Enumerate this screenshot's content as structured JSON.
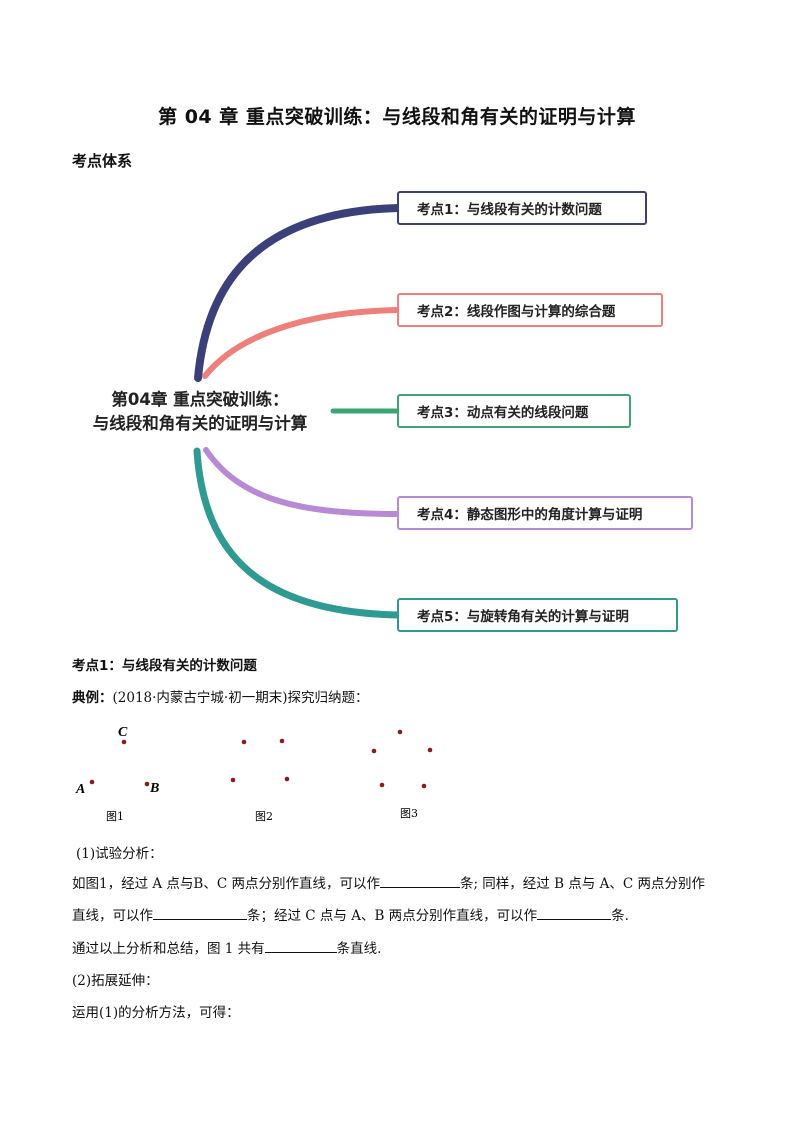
{
  "title": "第 04 章  重点突破训练：与线段和角有关的证明与计算",
  "section_heading": "考点体系",
  "mindmap": {
    "center_line1": "第04章 重点突破训练：",
    "center_line2": "与线段和角有关的证明与计算",
    "branches": [
      {
        "label": "考点1：与线段有关的计数问题",
        "color": "#3b3f7a"
      },
      {
        "label": "考点2：线段作图与计算的综合题",
        "color": "#ef7f7a"
      },
      {
        "label": "考点3：动点有关的线段问题",
        "color": "#3aa573"
      },
      {
        "label": "考点4：静态图形中的角度计算与证明",
        "color": "#b88ad6"
      },
      {
        "label": "考点5：与旋转角有关的计算与证明",
        "color": "#2f9a92"
      }
    ]
  },
  "kaodian1_heading": "考点1：与线段有关的计数问题",
  "example": {
    "label": "典例：",
    "text": "(2018·内蒙古宁城·初一期末)探究归纳题："
  },
  "figures": {
    "fig1_label": "图1",
    "fig2_label": "图2",
    "fig3_label": "图3",
    "point_a": "A",
    "point_b": "B",
    "point_c": "C",
    "dot_color": "#8b1a1a"
  },
  "paragraphs": {
    "p1": "(1)试验分析：",
    "p2a": "如图1，经过 A 点与B、C 两点分别作直线，可以作",
    "p2b": "条; 同样，经过 B 点与 A、C 两点分别作",
    "p3a": "直线，可以作",
    "p3b": "条；经过 C 点与 A、B 两点分别作直线，可以作",
    "p3c": "条.",
    "p4a": "通过以上分析和总结，图 1 共有",
    "p4b": "条直线.",
    "p5": "(2)拓展延伸：",
    "p6": "运用(1)的分析方法，可得："
  }
}
